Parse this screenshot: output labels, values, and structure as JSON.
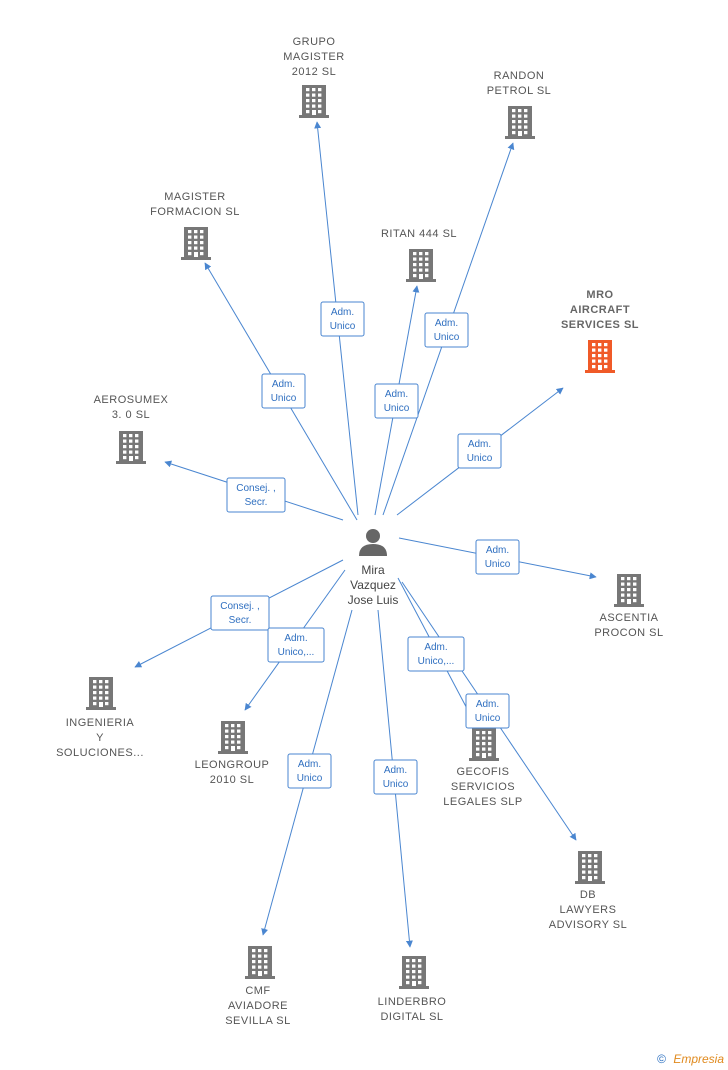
{
  "person": {
    "lines": [
      "Mira",
      "Vazquez",
      "Jose Luis"
    ]
  },
  "colors": {
    "edge": "#4a86d0",
    "building": "#777777",
    "highlight": "#f05a28"
  },
  "companies": [
    {
      "id": "grupo-magister",
      "lines": [
        "GRUPO",
        "MAGISTER",
        "2012 SL"
      ],
      "highlight": false
    },
    {
      "id": "randon-petrol",
      "lines": [
        "RANDON",
        "PETROL  SL"
      ],
      "highlight": false
    },
    {
      "id": "magister-formacion",
      "lines": [
        "MAGISTER",
        "FORMACION SL"
      ],
      "highlight": false
    },
    {
      "id": "ritan-444",
      "lines": [
        "RITAN 444  SL"
      ],
      "highlight": false
    },
    {
      "id": "mro-aircraft",
      "lines": [
        "MRO",
        "AIRCRAFT",
        "SERVICES  SL"
      ],
      "highlight": true
    },
    {
      "id": "aerosumex",
      "lines": [
        "AEROSUMEX",
        "3. 0  SL"
      ],
      "highlight": false
    },
    {
      "id": "ascentia-procon",
      "lines": [
        "ASCENTIA",
        "PROCON SL"
      ],
      "highlight": false
    },
    {
      "id": "ingenieria",
      "lines": [
        "INGENIERIA",
        "Y",
        "SOLUCIONES..."
      ],
      "highlight": false
    },
    {
      "id": "leongroup",
      "lines": [
        "LEONGROUP",
        "2010 SL"
      ],
      "highlight": false
    },
    {
      "id": "gecofis",
      "lines": [
        "GECOFIS",
        "SERVICIOS",
        "LEGALES  SLP"
      ],
      "highlight": false
    },
    {
      "id": "db-lawyers",
      "lines": [
        "DB",
        "LAWYERS",
        "ADVISORY  SL"
      ],
      "highlight": false
    },
    {
      "id": "cmf-aviadore",
      "lines": [
        "CMF",
        "AVIADORE",
        "SEVILLA SL"
      ],
      "highlight": false
    },
    {
      "id": "linderbro",
      "lines": [
        "LINDERBRO",
        "DIGITAL  SL"
      ],
      "highlight": false
    }
  ],
  "edges": [
    {
      "to": "grupo-magister",
      "lines": [
        "Adm.",
        "Unico"
      ]
    },
    {
      "to": "randon-petrol",
      "lines": [
        "Adm.",
        "Unico"
      ]
    },
    {
      "to": "magister-formacion",
      "lines": [
        "Adm.",
        "Unico"
      ]
    },
    {
      "to": "ritan-444",
      "lines": [
        "Adm.",
        "Unico"
      ]
    },
    {
      "to": "mro-aircraft",
      "lines": [
        "Adm.",
        "Unico"
      ]
    },
    {
      "to": "aerosumex",
      "lines": [
        "Consej. ,",
        "Secr."
      ]
    },
    {
      "to": "ascentia-procon",
      "lines": [
        "Adm.",
        "Unico"
      ]
    },
    {
      "to": "ingenieria",
      "lines": [
        "Consej. ,",
        "Secr."
      ]
    },
    {
      "to": "leongroup",
      "lines": [
        "Adm.",
        "Unico,..."
      ]
    },
    {
      "to": "gecofis",
      "lines": [
        "Adm.",
        "Unico,..."
      ]
    },
    {
      "to": "db-lawyers",
      "lines": [
        "Adm.",
        "Unico"
      ]
    },
    {
      "to": "cmf-aviadore",
      "lines": [
        "Adm.",
        "Unico"
      ]
    },
    {
      "to": "linderbro",
      "lines": [
        "Adm.",
        "Unico"
      ]
    }
  ],
  "brand": {
    "copyright": "©",
    "name": "Empresia"
  }
}
